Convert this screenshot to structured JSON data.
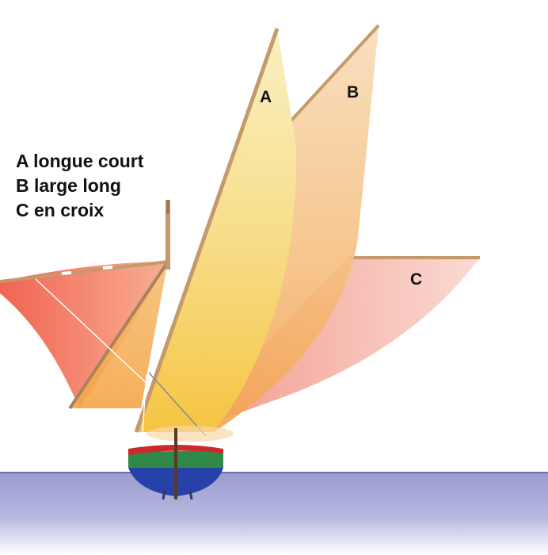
{
  "legend": [
    "A longue court",
    "B large long",
    "C en croix"
  ],
  "sails": {
    "a": {
      "label": "A",
      "color": "#f7e69a"
    },
    "b": {
      "label": "B",
      "color": "#f6c07a"
    },
    "c": {
      "label": "C",
      "color": "#f2a09a"
    },
    "foresail": {
      "color": "#f28060"
    }
  },
  "colors": {
    "sea": "#9c9ed0",
    "spar": "#c49a6c",
    "hull_green": "#2f8a4a",
    "hull_red": "#cc2a2a",
    "hull_blue": "#2642a8"
  }
}
